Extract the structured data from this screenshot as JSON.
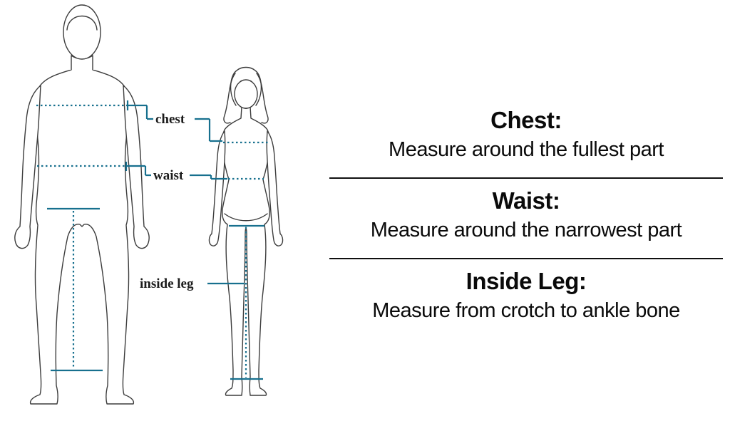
{
  "colors": {
    "accent": "#17708e",
    "figure_outline": "#3c3c3c",
    "text": "#0a0a0a",
    "divider": "#101010",
    "background": "#ffffff"
  },
  "diagram": {
    "labels": {
      "chest": "chest",
      "waist": "waist",
      "inside_leg": "inside leg"
    }
  },
  "instructions": [
    {
      "title": "Chest:",
      "description": "Measure around the fullest part"
    },
    {
      "title": "Waist:",
      "description": "Measure around the narrowest part"
    },
    {
      "title": "Inside Leg:",
      "description": "Measure from crotch to ankle bone"
    }
  ]
}
